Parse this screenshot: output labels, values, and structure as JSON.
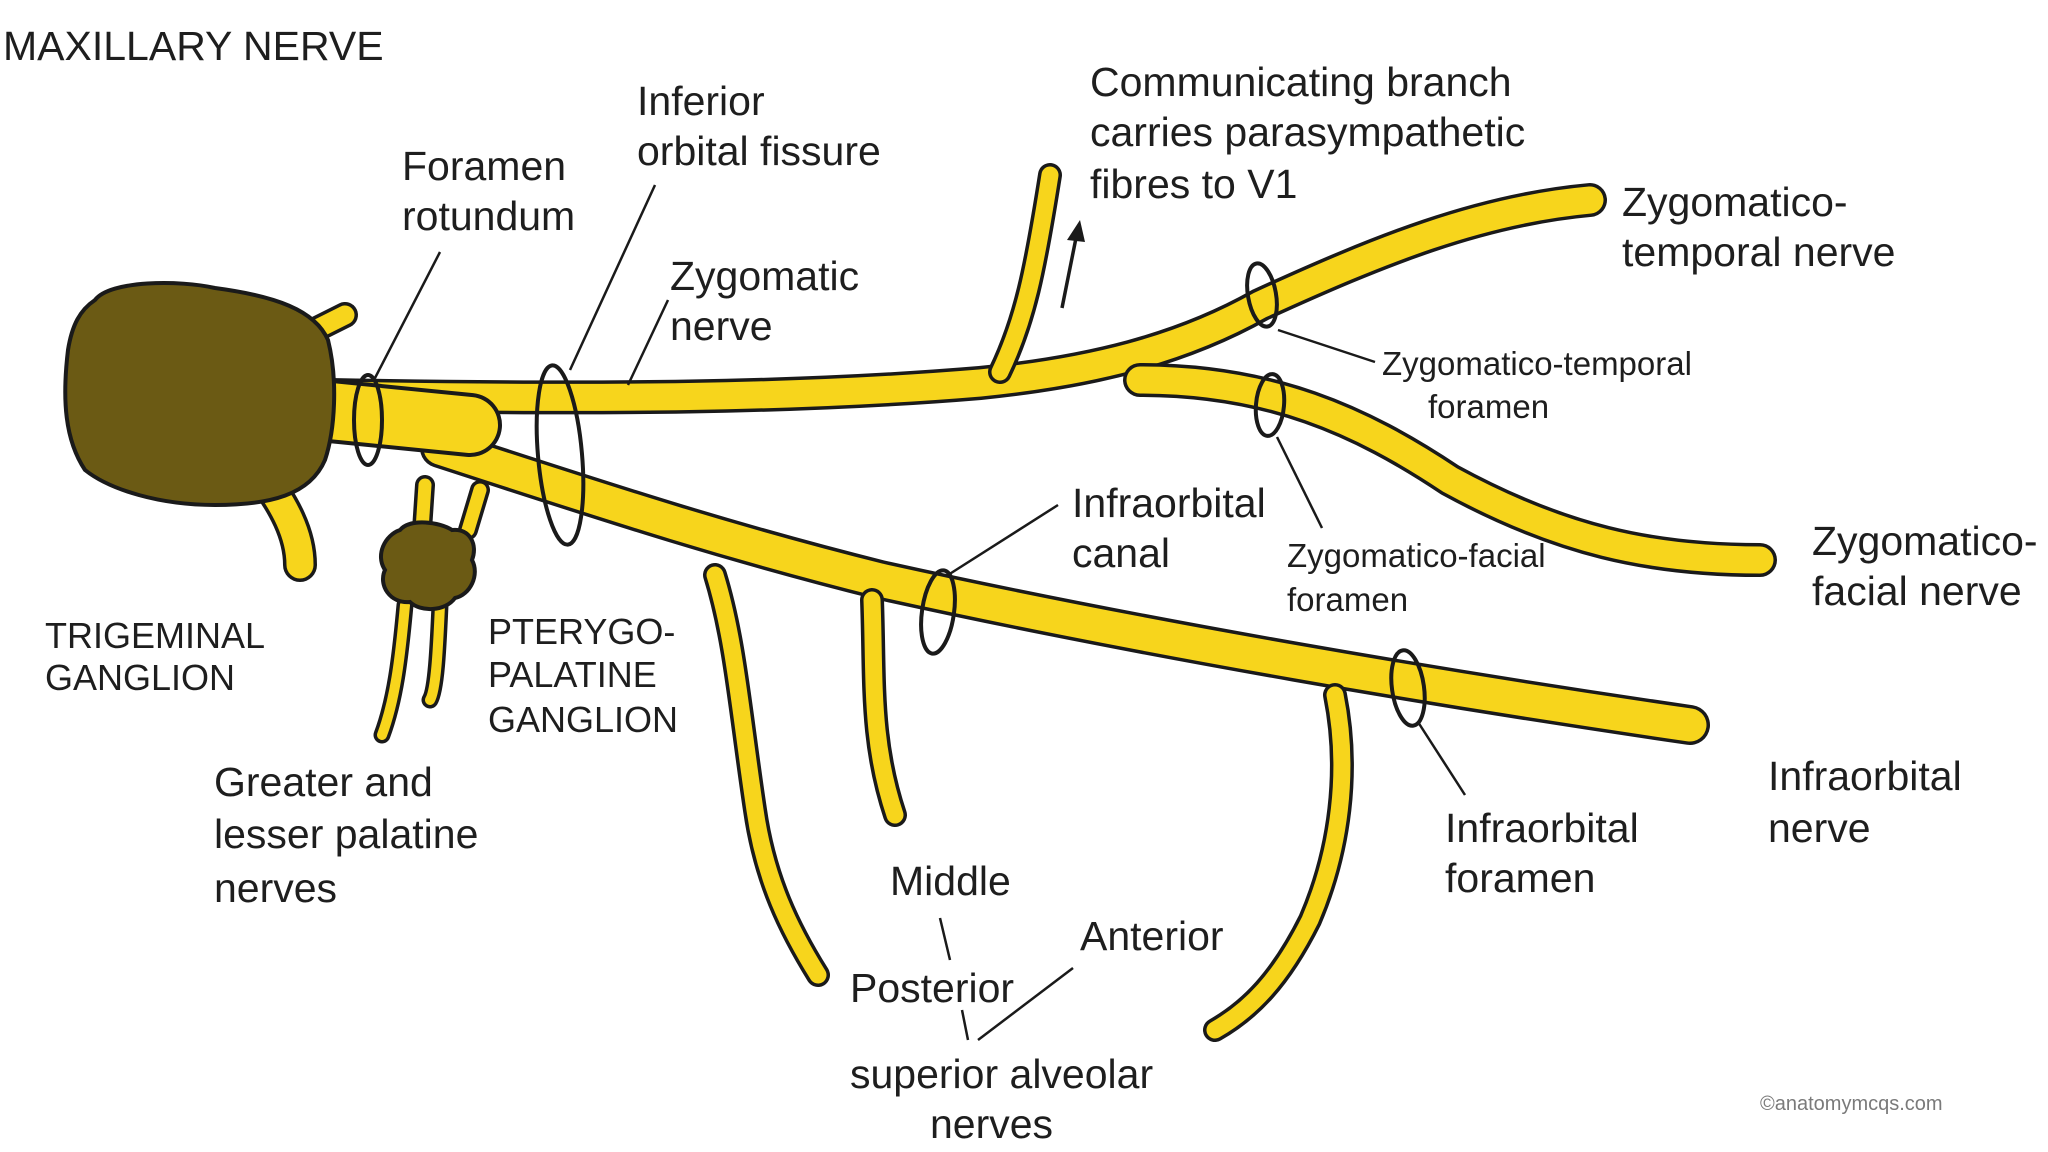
{
  "title": "MAXILLARY NERVE",
  "labels": {
    "foramen_rotundum": [
      "Foramen",
      "rotundum"
    ],
    "inferior_orbital_fissure": [
      "Inferior",
      "orbital fissure"
    ],
    "zygomatic_nerve": [
      "Zygomatic",
      "nerve"
    ],
    "communicating_branch": [
      "Communicating branch",
      "carries parasympathetic",
      "fibres to V1"
    ],
    "zygomaticotemporal_nerve": [
      "Zygomatico-",
      "temporal nerve"
    ],
    "zygomaticotemporal_foramen": [
      "Zygomatico-temporal",
      "foramen"
    ],
    "zygomaticofacial_nerve": [
      "Zygomatico-",
      "facial nerve"
    ],
    "zygomaticofacial_foramen": [
      "Zygomatico-facial",
      "foramen"
    ],
    "infraorbital_canal": [
      "Infraorbital",
      "canal"
    ],
    "infraorbital_nerve": [
      "Infraorbital",
      "nerve"
    ],
    "infraorbital_foramen": [
      "Infraorbital",
      "foramen"
    ],
    "trigeminal_ganglion": [
      "TRIGEMINAL",
      "GANGLION"
    ],
    "pterygopalatine_ganglion": [
      "PTERYGO-",
      "PALATINE",
      "GANGLION"
    ],
    "palatine_nerves": [
      "Greater and",
      "lesser palatine",
      "nerves"
    ],
    "middle": "Middle",
    "anterior": "Anterior",
    "posterior": "Posterior",
    "superior_alveolar": [
      "superior alveolar",
      "nerves"
    ]
  },
  "copyright": "©anatomymcqs.com",
  "colors": {
    "nerve": "#f7d51c",
    "ganglion": "#6b5a14",
    "outline": "#1a1a1a"
  }
}
